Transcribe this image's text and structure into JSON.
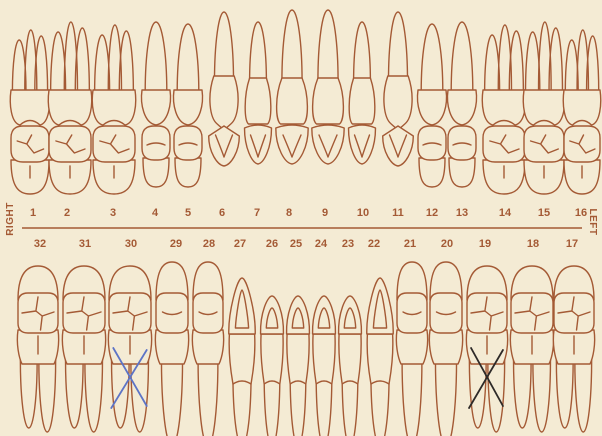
{
  "chart": {
    "side_labels": {
      "right": "RIGHT",
      "left": "LEFT"
    },
    "upper_numbers": [
      "1",
      "2",
      "3",
      "4",
      "5",
      "6",
      "7",
      "8",
      "9",
      "10",
      "11",
      "12",
      "13",
      "14",
      "15",
      "16"
    ],
    "lower_numbers": [
      "32",
      "31",
      "30",
      "29",
      "28",
      "27",
      "26",
      "25",
      "24",
      "23",
      "22",
      "21",
      "20",
      "19",
      "18",
      "17"
    ],
    "marks": [
      {
        "tooth": 30,
        "color": "#5d74c6"
      },
      {
        "tooth": 19,
        "color": "#2e2a28"
      }
    ]
  },
  "colors": {
    "paper": "#f4ebd4",
    "ink": "#a45a35"
  }
}
